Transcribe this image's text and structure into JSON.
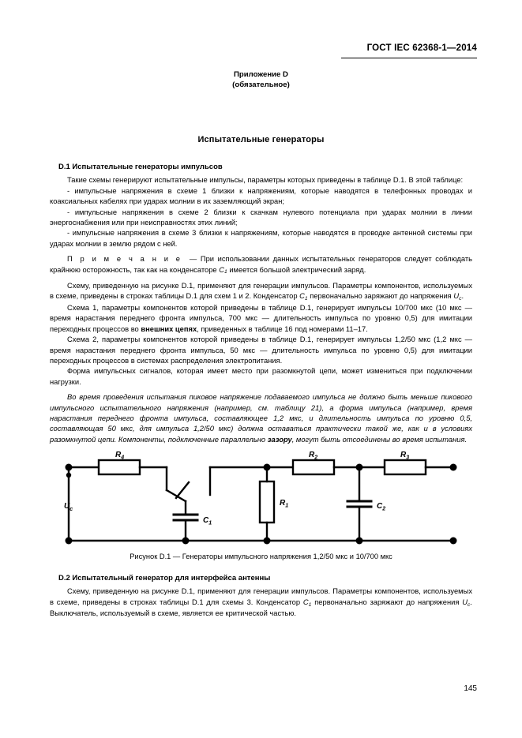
{
  "header": {
    "standard": "ГОСТ IEC 62368-1—2014"
  },
  "annex": {
    "line1": "Приложение D",
    "line2": "(обязательное)"
  },
  "title": "Испытательные генераторы",
  "sections": {
    "d1_heading": "D.1 Испытательные генераторы импульсов",
    "d1_p1": "Такие схемы генерируют испытательные импульсы, параметры которых приведены в таблице D.1. В этой таблице:",
    "d1_b1": "- импульсные напряжения в схеме 1 близки к напряжениям, которые наводятся в телефонных проводах и коаксиальных кабелях при ударах молнии в их заземляющий экран;",
    "d1_b2": "- импульсные напряжения в схеме 2 близки к скачкам нулевого потенциала при ударах молнии в линии энергоснабжения или при неисправностях этих линий;",
    "d1_b3": "- импульсные напряжения в схеме 3 близки к напряжениям, которые наводятся в проводке антенной системы при ударах молнии в землю рядом с ней.",
    "note_label": "П р и м е ч а н и е",
    "note_dash": "—",
    "note_text_1": "При использовании данных испытательных генераторов следует соблюдать крайнюю осторожность, так как на конденсаторе",
    "note_c1": "C",
    "note_c1_sub": "1",
    "note_text_2": "имеется большой электрический заряд.",
    "d1_p2_a": "Схему, приведенную на рисунке D.1, применяют для генерации импульсов. Параметры компонентов, используемых в схеме, приведены в строках таблицы D.1 для схем 1 и 2. Конденсатор",
    "d1_p2_c1": "C",
    "d1_p2_c1_sub": "1",
    "d1_p2_b": "первоначально заряжают до напряжения",
    "d1_p2_uc": "U",
    "d1_p2_uc_sub": "c",
    "d1_p2_dot": ".",
    "d1_p3_a": "Схема 1, параметры компонентов которой приведены в таблице D.1, генерирует импульсы 10/700 мкс (10 мкс — время нарастания переднего фронта импульса, 700 мкс — длительность импульса по уровню 0,5) для имитации переходных процессов во",
    "d1_p3_bold": "внешних цепях",
    "d1_p3_b": ", приведенных в таблице 16 под номерами 11–17.",
    "d1_p4": "Схема 2, параметры компонентов которой приведены в таблице D.1, генерирует импульсы 1,2/50 мкс (1,2 мкс — время нарастания переднего фронта импульса, 50 мкс — длительность импульса по уровню 0,5) для имитации переходных процессов в системах распределения электропитания.",
    "d1_p5": "Форма импульсных сигналов, которая имеет место при разомкнутой цепи, может измениться при подключении нагрузки.",
    "d1_p6_a": "Во время проведения испытания пиковое напряжение подаваемого импульса не должно быть меньше пикового импульсного испытательного напряжения (например, см. таблицу 21), а форма импульса (например, время нарастания переднего фронта импульса, составляющее 1,2 мкс, и длительность импульса по уровню 0,5, составляющая 50 мкс, для импульса 1,2/50 мкс) должна оставаться практически такой же, как и в условиях разомкнутой цепи. Компоненты, подключенные параллельно",
    "d1_p6_bold": "зазору",
    "d1_p6_b": ", могут быть отсоединены во время испытания.",
    "d2_heading": "D.2 Испытательный генератор для интерфейса антенны",
    "d2_p1_a": "Схему, приведенную на рисунке D.1, применяют для генерации импульсов. Параметры компонентов, используемых в схеме, приведены в строках таблицы D.1 для схемы 3. Конденсатор",
    "d2_p1_c1": "C",
    "d2_p1_c1_sub": "1",
    "d2_p1_b": "первоначально заряжают до напряжения",
    "d2_p1_uc": "U",
    "d2_p1_uc_sub": "c",
    "d2_p1_c": ". Выключатель, используемый в схеме, является ее критической частью."
  },
  "figure": {
    "caption": "Рисунок D.1 — Генераторы импульсного напряжения 1,2/50 мкс и 10/700 мкс",
    "labels": {
      "source": "U",
      "source_sub": "c",
      "r4": "R",
      "r4_sub": "4",
      "r1": "R",
      "r1_sub": "1",
      "r2": "R",
      "r2_sub": "2",
      "r3": "R",
      "r3_sub": "3",
      "c1": "C",
      "c1_sub": "1",
      "c2": "C",
      "c2_sub": "2"
    }
  },
  "footer": {
    "page_number": "145"
  }
}
